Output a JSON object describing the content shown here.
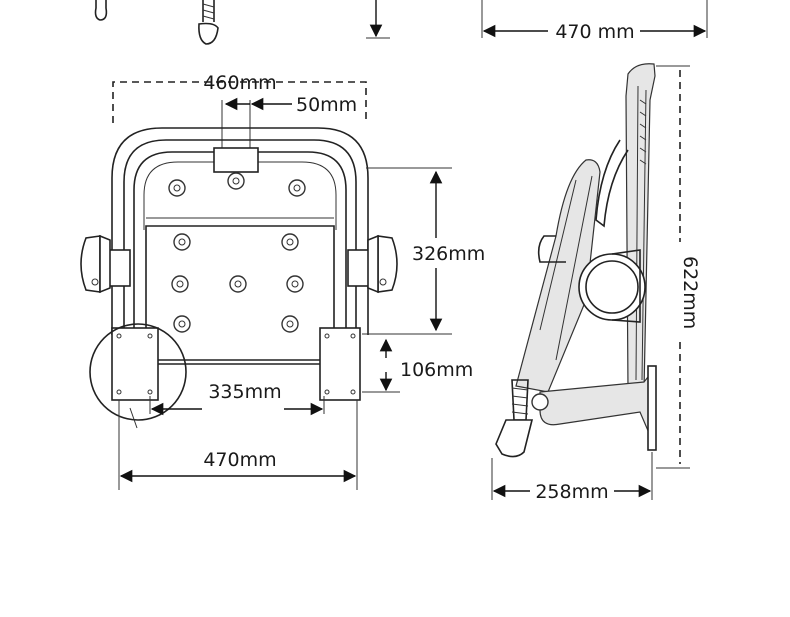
{
  "dimensions": {
    "top_width": "470 mm",
    "back_width": "460mm",
    "back_notch": "50mm",
    "seat_height": "326mm",
    "leg_height": "106mm",
    "leg_spacing": "335mm",
    "base_width": "470mm",
    "total_height": "622mm",
    "side_depth": "258mm"
  }
}
